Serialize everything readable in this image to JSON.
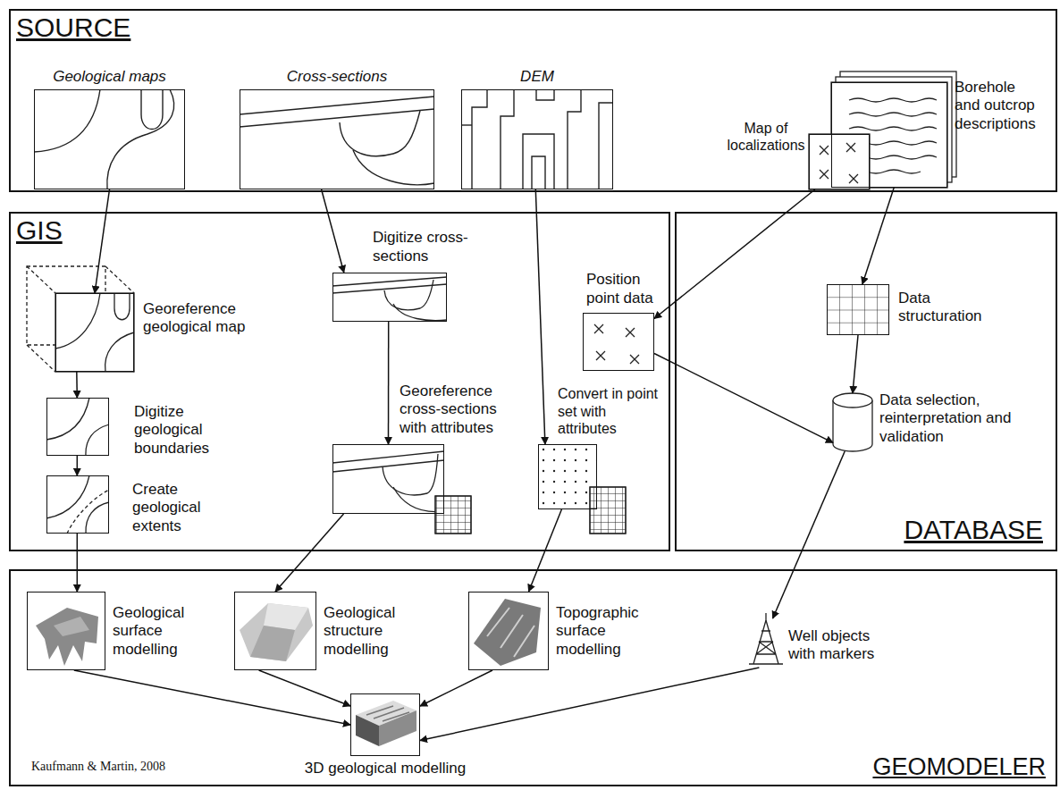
{
  "diagram": {
    "nodes": [
      {
        "text": [
          "SOURCE"
        ]
      },
      {
        "text": [
          "Geological maps"
        ],
        "in": 0
      },
      {
        "text": [
          "Cross-sections"
        ],
        "in": 0
      },
      {
        "text": [
          "DEM"
        ],
        "in": 0
      },
      {
        "text": [
          "Borehole and outcrop descriptions"
        ],
        "in": 0
      },
      {
        "text": [
          "Map of localizations"
        ],
        "in": 0
      },
      {
        "text": [
          "GIS"
        ]
      },
      {
        "text": [
          "Georeference geological map"
        ],
        "in": 6
      },
      {
        "text": [
          "Digitize geological boundaries"
        ],
        "in": 6
      },
      {
        "text": [
          "Create geological extents"
        ],
        "in": 6
      },
      {
        "text": [
          "Digitize cross-sections"
        ],
        "in": 6
      },
      {
        "text": [
          "Georeference cross-sections with attributes"
        ],
        "in": 6
      },
      {
        "text": [
          "Position point data"
        ],
        "in": 6
      },
      {
        "text": [
          "Convert in point set with attributes"
        ],
        "in": 6
      },
      {
        "text": [
          "DATABASE"
        ]
      },
      {
        "text": [
          "Data structuration"
        ],
        "in": 14
      },
      {
        "text": [
          "Data selection, reinterpretation and validation"
        ],
        "in": 14
      },
      {
        "text": [
          "GEOMODELER"
        ]
      },
      {
        "text": [
          "Geological surface modelling"
        ],
        "in": 17
      },
      {
        "text": [
          "Geological structure modelling"
        ],
        "in": 17
      },
      {
        "text": [
          "Topographic surface modelling"
        ],
        "in": 17
      },
      {
        "text": [
          "Well objects with markers"
        ],
        "in": 17
      },
      {
        "text": [
          "3D geological modelling"
        ],
        "in": 17
      }
    ],
    "edges": [
      {
        "from": 1,
        "to": 7,
        "arrow": "to"
      },
      {
        "from": 7,
        "to": 8,
        "arrow": "to"
      },
      {
        "from": 8,
        "to": 9,
        "arrow": "to"
      },
      {
        "from": 2,
        "to": 10,
        "arrow": "to"
      },
      {
        "from": 10,
        "to": 11,
        "arrow": "to"
      },
      {
        "from": 3,
        "to": 13,
        "arrow": "to"
      },
      {
        "from": 5,
        "to": 12,
        "arrow": "to"
      },
      {
        "from": 4,
        "to": 15,
        "arrow": "to"
      },
      {
        "from": 15,
        "to": 16,
        "arrow": "to"
      },
      {
        "from": 12,
        "to": 16,
        "arrow": "to"
      },
      {
        "from": 9,
        "to": 18,
        "arrow": "to"
      },
      {
        "from": 11,
        "to": 19,
        "arrow": "to"
      },
      {
        "from": 13,
        "to": 20,
        "arrow": "to"
      },
      {
        "from": 16,
        "to": 21,
        "arrow": "to"
      },
      {
        "from": 18,
        "to": 22,
        "arrow": "to"
      },
      {
        "from": 19,
        "to": 22,
        "arrow": "to"
      },
      {
        "from": 20,
        "to": 22,
        "arrow": "to"
      },
      {
        "from": 21,
        "to": 22,
        "arrow": "to"
      }
    ],
    "labels": [
      "Kaufmann & Martin, 2008"
    ]
  }
}
